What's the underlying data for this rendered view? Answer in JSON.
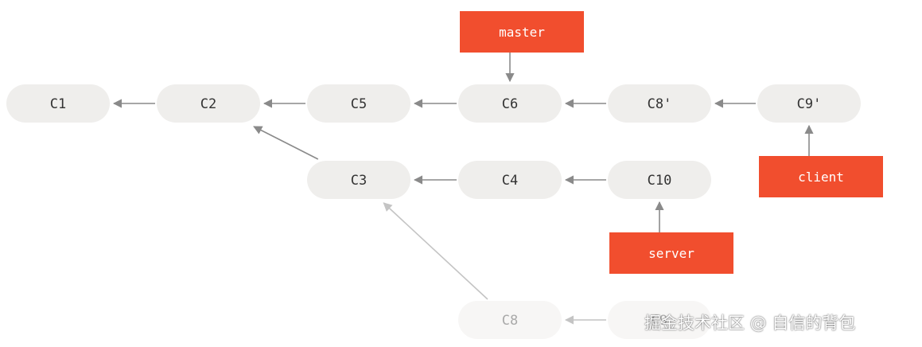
{
  "colors": {
    "node_fill": "#efeeec",
    "node_faded_fill": "#f7f6f5",
    "branch_label": "#f14e2e",
    "arrow": "#8a8a8a",
    "arrow_faded": "#c4c4c4"
  },
  "commits": [
    {
      "id": "c1",
      "label": "C1"
    },
    {
      "id": "c2",
      "label": "C2"
    },
    {
      "id": "c5",
      "label": "C5"
    },
    {
      "id": "c6",
      "label": "C6"
    },
    {
      "id": "c8p",
      "label": "C8'"
    },
    {
      "id": "c9p",
      "label": "C9'"
    },
    {
      "id": "c3",
      "label": "C3"
    },
    {
      "id": "c4",
      "label": "C4"
    },
    {
      "id": "c10",
      "label": "C10"
    },
    {
      "id": "c8",
      "label": "C8",
      "faded": true
    },
    {
      "id": "c9",
      "label": "C9",
      "faded": true
    }
  ],
  "branches": [
    {
      "id": "master",
      "label": "master",
      "points_to": "c6"
    },
    {
      "id": "client",
      "label": "client",
      "points_to": "c9p"
    },
    {
      "id": "server",
      "label": "server",
      "points_to": "c10"
    }
  ],
  "edges": [
    {
      "from": "c2",
      "to": "c1"
    },
    {
      "from": "c5",
      "to": "c2"
    },
    {
      "from": "c6",
      "to": "c5"
    },
    {
      "from": "c8p",
      "to": "c6"
    },
    {
      "from": "c9p",
      "to": "c8p"
    },
    {
      "from": "c3",
      "to": "c2"
    },
    {
      "from": "c4",
      "to": "c3"
    },
    {
      "from": "c10",
      "to": "c4"
    },
    {
      "from": "c8",
      "to": "c3",
      "faded": true
    },
    {
      "from": "c9",
      "to": "c8",
      "faded": true
    }
  ],
  "watermark": "掘金技术社区 @ 自信的背包"
}
